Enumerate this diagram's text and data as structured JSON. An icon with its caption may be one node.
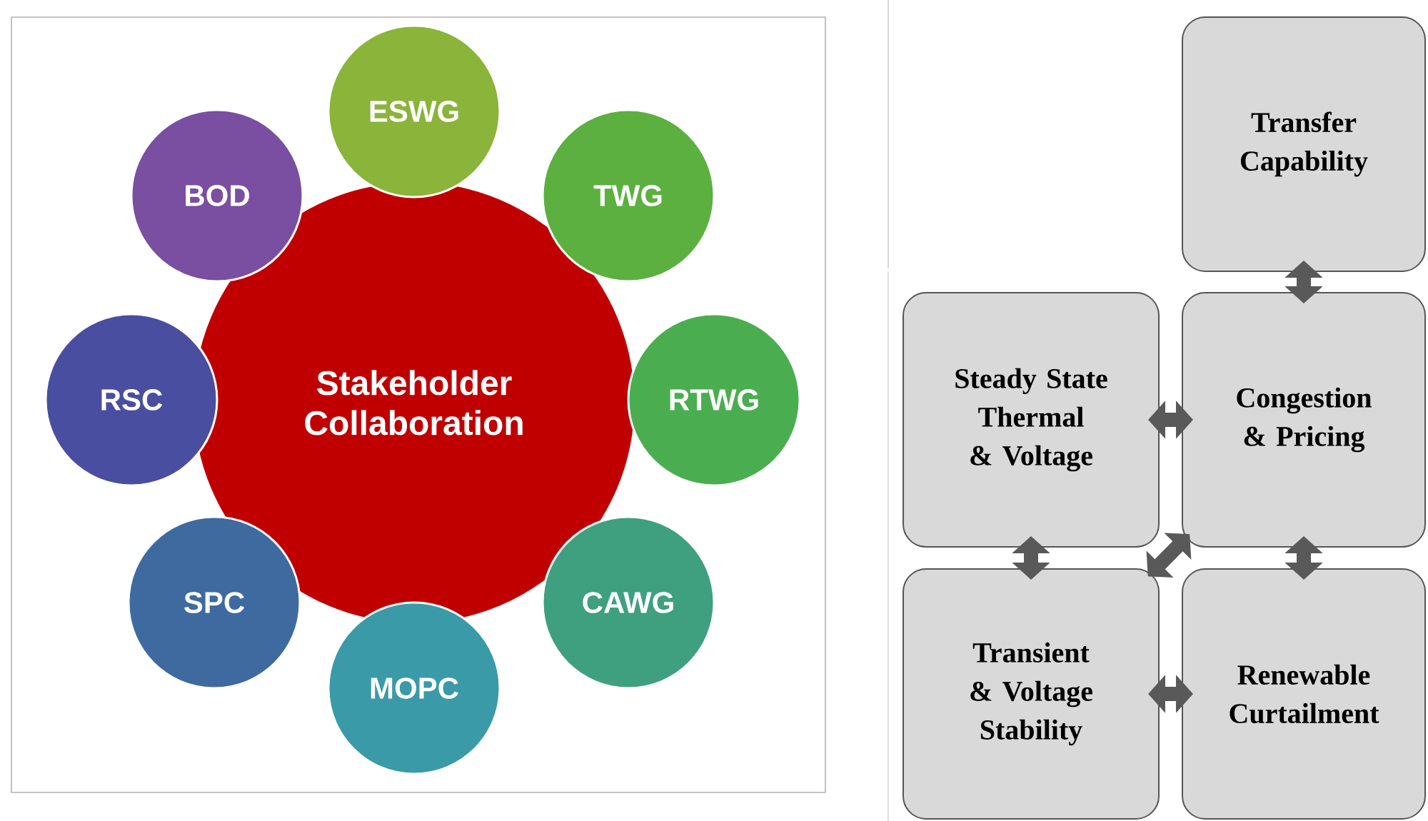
{
  "diagram": {
    "nodes": [
      {
        "text": [
          "Stakeholder Collaboration"
        ]
      },
      {
        "text": [
          "ESWG"
        ]
      },
      {
        "text": [
          "TWG"
        ]
      },
      {
        "text": [
          "RTWG"
        ]
      },
      {
        "text": [
          "CAWG"
        ]
      },
      {
        "text": [
          "MOPC"
        ]
      },
      {
        "text": [
          "SPC"
        ]
      },
      {
        "text": [
          "RSC"
        ]
      },
      {
        "text": [
          "BOD"
        ]
      },
      {
        "text": [
          "Transfer Capability"
        ]
      },
      {
        "text": [
          "Steady State Thermal & Voltage"
        ]
      },
      {
        "text": [
          "Congestion & Pricing"
        ]
      },
      {
        "text": [
          "Transient & Voltage Stability"
        ]
      },
      {
        "text": [
          "Renewable Curtailment"
        ]
      }
    ],
    "edges": [
      {
        "from": 9,
        "to": 11,
        "arrow": "both"
      },
      {
        "from": 10,
        "to": 11,
        "arrow": "both"
      },
      {
        "from": 10,
        "to": 12,
        "arrow": "both"
      },
      {
        "from": 11,
        "to": 13,
        "arrow": "both"
      },
      {
        "from": 11,
        "to": 12,
        "arrow": "both"
      },
      {
        "from": 12,
        "to": 13,
        "arrow": "both"
      }
    ]
  }
}
